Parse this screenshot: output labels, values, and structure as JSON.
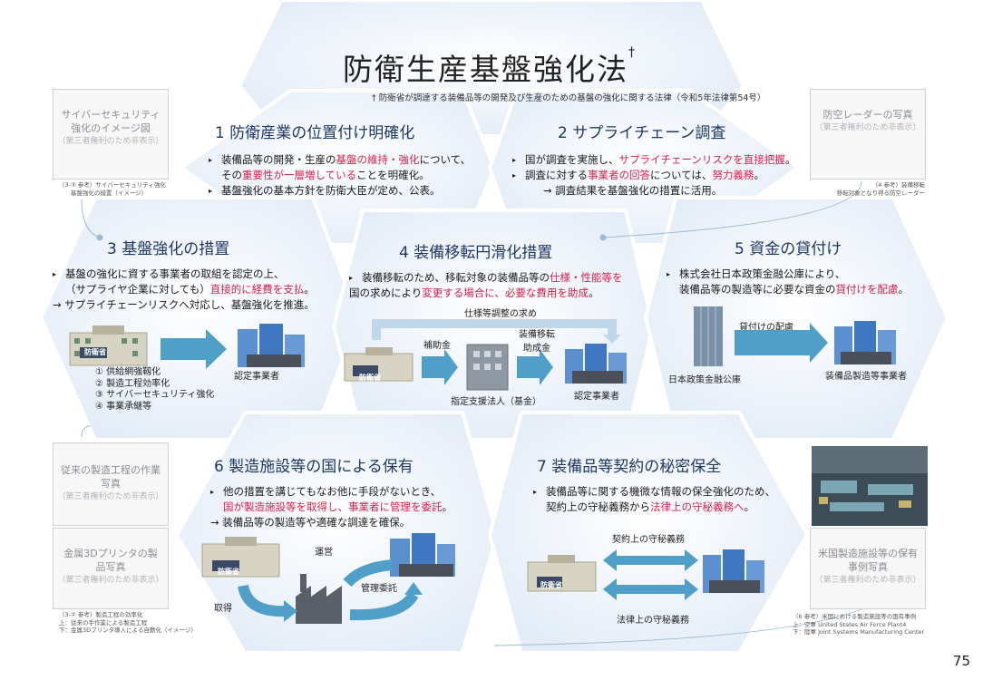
{
  "title": "防衛生産基盤強化法",
  "title_mark": "†",
  "subtitle": "† 防衛省が調達する装備品等の開発及び生産のための基盤の強化に関する法律（令和5年法律第54号）",
  "sections": {
    "s1": {
      "title": "1 防衛産業の位置付け明確化",
      "l1a": "装備品等の開発・生産の",
      "l1r": "基盤の維持・強化",
      "l1b": "について、",
      "l2a": "その",
      "l2r": "重要性が一層増している",
      "l2b": "ことを明確化。",
      "l3": "基盤強化の基本方針を防衛大臣が定め、公表。"
    },
    "s2": {
      "title": "2 サプライチェーン調査",
      "l1a": "国が調査を実施し、",
      "l1r": "サプライチェーンリスクを直接把握",
      "l1b": "。",
      "l2a": "調査に対する",
      "l2r1": "事業者の回答",
      "l2b": "については、",
      "l2r2": "努力義務",
      "l2c": "。",
      "l3": "→ 調査結果を基盤強化の措置に活用。"
    },
    "s3": {
      "title": "3 基盤強化の措置",
      "l1": "基盤の強化に資する事業者の取組を認定の上、",
      "l2a": "（サプライヤ企業に対しても）",
      "l2r": "直接的に経費を支払",
      "l2b": "。",
      "l3": "→ サプライチェーンリスクへ対応し、基盤強化を推進。",
      "items": [
        "① 供給網強靱化",
        "② 製造工程効率化",
        "③ サイバーセキュリティ強化",
        "④ 事業承継等"
      ],
      "recipient": "認定事業者"
    },
    "s4": {
      "title": "4 装備移転円滑化措置",
      "l1a": "装備移転のため、移転対象の装備品等の",
      "l1r": "仕様・性能等を",
      "l2a": "国の求めにより",
      "l2r": "変更する場合に、必要な費用を助成",
      "l2b": "。",
      "arrow_top": "仕様等調整の求め",
      "subsidy": "補助金",
      "grant_1": "装備移転",
      "grant_2": "助成金",
      "fund": "指定支援法人（基金）",
      "recipient": "認定事業者"
    },
    "s5": {
      "title": "5 資金の貸付け",
      "l1": "株式会社日本政策金融公庫により、",
      "l2a": "装備品等の製造等に必要な資金の",
      "l2r": "貸付けを配慮",
      "l2b": "。",
      "arrow": "貸付けの配慮",
      "lender": "日本政策金融公庫",
      "recipient": "装備品製造等事業者"
    },
    "s6": {
      "title": "6 製造施設等の国による保有",
      "l1": "他の措置を講じてもなお他に手段がないとき、",
      "l2r": "国が製造施設等を取得し、事業者に管理を委託",
      "l2b": "。",
      "l3": "→ 装備品等の製造等や適確な調達を確保。",
      "operate": "運営",
      "manage": "管理委託",
      "acquire": "取得"
    },
    "s7": {
      "title": "7 装備品等契約の秘密保全",
      "l1": "装備品等に関する機微な情報の保全強化のため、",
      "l2a": "契約上の守秘義務から",
      "l2r": "法律上の守秘義務へ",
      "l2b": "。",
      "arrow_top": "契約上の守秘義務",
      "arrow_bottom": "法律上の守秘義務"
    }
  },
  "mod_sign": "防衛省",
  "placeholders": {
    "cyber": {
      "l1": "サイバーセキュリティ",
      "l2": "強化のイメージ図",
      "note": "（第三者権利のため非表示）"
    },
    "radar": {
      "l1": "防空レーダーの写真",
      "note": "（第三者権利のため非表示）"
    },
    "work": {
      "l1": "従来の製造工程の作業",
      "l2": "写真",
      "note": "（第三者権利のため非表示）"
    },
    "printer": {
      "l1": "金属3Dプリンタの製",
      "l2": "品写真",
      "note": "（第三者権利のため非表示）"
    },
    "us": {
      "l1": "米国製造施設等の保有",
      "l2": "事例写真",
      "note": "（第三者権利のため非表示）"
    }
  },
  "captions": {
    "cyber": {
      "l1": "（3-③ 参考）サイバーセキュリティ強化",
      "l2": "基盤強化の措置（イメージ）"
    },
    "radar": {
      "l1": "（4 参考）装備移転",
      "l2": "移転対象となり得る防空レーダー"
    },
    "work": {
      "l1": "（3-② 参考）製造工程の効率化",
      "l2": "上：従来の手作業による製造工程",
      "l3": "下：金属3Dプリンタ導入による自動化（イメージ）"
    },
    "us": {
      "l1": "（6 参考）米国における製造施設等の国有事例",
      "l2": "上：空軍 United States Air Force Plant4",
      "l3": "下：陸軍 Joint Systems Manufacturing Center"
    }
  },
  "page_number": "75",
  "colors": {
    "accent_red": "#d6204b",
    "title_navy": "#1f3864",
    "hex_fill": "#eef4fb",
    "arrow_blue": "#4f9fc8"
  }
}
